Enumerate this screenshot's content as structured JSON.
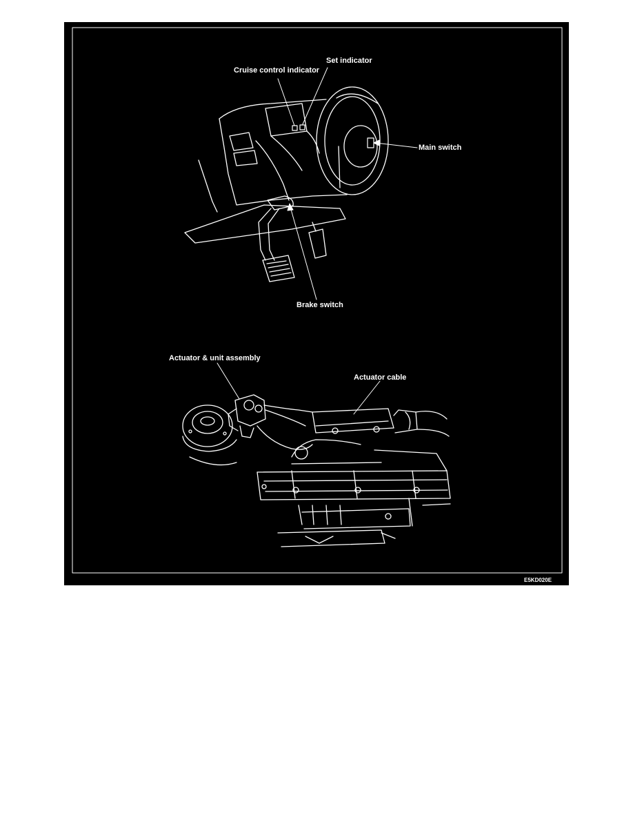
{
  "figure": {
    "labels": {
      "cruise_control_indicator": "Cruise control indicator",
      "set_indicator": "Set indicator",
      "main_switch": "Main switch",
      "brake_switch": "Brake switch",
      "actuator_unit_assembly": "Actuator & unit assembly",
      "actuator_cable": "Actuator cable"
    },
    "figure_code": "E5KD020E"
  },
  "colors": {
    "background": "#000000",
    "lines": "#ffffff",
    "page": "#ffffff"
  }
}
